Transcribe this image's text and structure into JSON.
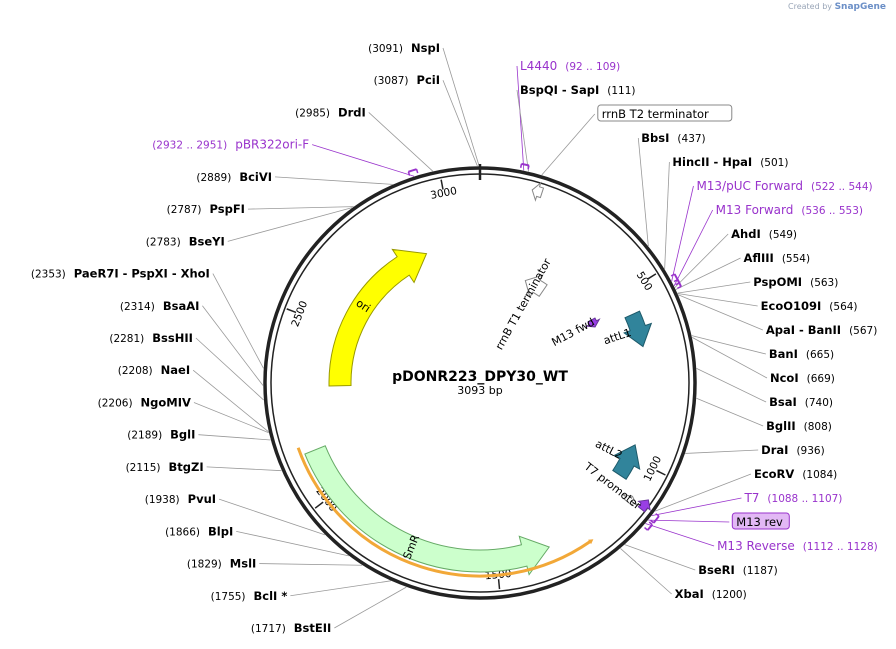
{
  "branding": {
    "prefix": "Created by",
    "name": "SnapGene"
  },
  "plasmid": {
    "name": "pDONR223_DPY30_WT",
    "length_label": "3093 bp",
    "length_bp": 3093
  },
  "ticks": [
    {
      "pos": 500,
      "label": "500"
    },
    {
      "pos": 1000,
      "label": "1000"
    },
    {
      "pos": 1500,
      "label": "1500"
    },
    {
      "pos": 2000,
      "label": "2000"
    },
    {
      "pos": 2500,
      "label": "2500"
    },
    {
      "pos": 3000,
      "label": "3000"
    }
  ],
  "features": [
    {
      "id": "ori",
      "label": "ori",
      "start": 2310,
      "end": 2900,
      "dir": 1,
      "radius": 140,
      "width": 22,
      "color": "#ffff00",
      "stroke": "#999900"
    },
    {
      "id": "SmR",
      "label": "SmR",
      "start": 1350,
      "end": 2130,
      "dir": -1,
      "radius": 178,
      "width": 22,
      "color": "#ccffcc",
      "stroke": "#66aa66"
    },
    {
      "id": "smr_promoter",
      "label": "",
      "start": 1240,
      "end": 2150,
      "dir": -1,
      "radius": 193,
      "width": 2,
      "color": "#f2a838",
      "stroke": "#f2a838"
    },
    {
      "id": "rrnB_T1",
      "label": "rrnB T1 terminator",
      "start": 205,
      "end": 295,
      "dir": -1,
      "radius": 112,
      "width": 14,
      "color": "#ffffff",
      "stroke": "#888888"
    },
    {
      "id": "rrnB_T2",
      "label": "rrnB T2 terminator",
      "start": 130,
      "end": 155,
      "dir": -1,
      "radius": 200,
      "width": 10,
      "color": "#ffffff",
      "stroke": "#888888"
    },
    {
      "id": "M13_fwd",
      "label": "M13 fwd",
      "start": 520,
      "end": 550,
      "dir": 1,
      "radius": 128,
      "width": 8,
      "color": "#993ee5",
      "stroke": "#663399"
    },
    {
      "id": "attL1",
      "label": "attL1",
      "start": 565,
      "end": 665,
      "dir": 1,
      "radius": 167,
      "width": 16,
      "color": "#31849b",
      "stroke": "#1e5a6a"
    },
    {
      "id": "attL2",
      "label": "attL2",
      "start": 960,
      "end": 1060,
      "dir": -1,
      "radius": 167,
      "width": 16,
      "color": "#31849b",
      "stroke": "#1e5a6a"
    },
    {
      "id": "T7_promoter",
      "label": "T7 promoter",
      "start": 1088,
      "end": 1107,
      "dir": -1,
      "radius": 190,
      "width": 10,
      "color": "#ffffff",
      "stroke": "#888888"
    },
    {
      "id": "T7_site",
      "label": "",
      "start": 1072,
      "end": 1100,
      "dir": -1,
      "radius": 205,
      "width": 8,
      "color": "#993ee5",
      "stroke": "#663399"
    }
  ],
  "internal_labels": [
    {
      "text": "ori",
      "pos": 2605
    },
    {
      "text": "SmR",
      "pos": 1740
    },
    {
      "text": "rrnB T1 terminator",
      "pos": 250
    },
    {
      "text": "M13 fwd",
      "pos": 530
    },
    {
      "text": "attL1",
      "pos": 615
    },
    {
      "text": "attL2",
      "pos": 1010
    },
    {
      "text": "T7 promoter",
      "pos": 1100
    }
  ],
  "primers": [
    {
      "id": "p-L4440",
      "start": 92,
      "end": 109
    },
    {
      "id": "p-pBR322",
      "start": 2932,
      "end": 2951
    },
    {
      "id": "p-M13pUC",
      "start": 522,
      "end": 544
    },
    {
      "id": "p-M13F",
      "start": 536,
      "end": 553
    },
    {
      "id": "p-T7",
      "start": 1088,
      "end": 1107
    },
    {
      "id": "p-M13rev",
      "start": 1112,
      "end": 1128
    }
  ],
  "sites": [
    {
      "name": "NspI",
      "pos": "(3091)",
      "bp": 3091,
      "kind": "enzyme"
    },
    {
      "name": "PciI",
      "pos": "(3087)",
      "bp": 3087,
      "kind": "enzyme"
    },
    {
      "name": "L4440",
      "pos": "(92 .. 109)",
      "bp": 100,
      "kind": "primer"
    },
    {
      "name": "BspQI - SapI",
      "pos": "(111)",
      "bp": 111,
      "kind": "enzyme"
    },
    {
      "name": "DrdI",
      "pos": "(2985)",
      "bp": 2985,
      "kind": "enzyme"
    },
    {
      "name": "pBR322ori-F",
      "pos": "(2932 .. 2951)",
      "bp": 2941,
      "kind": "primer"
    },
    {
      "name": "BciVI",
      "pos": "(2889)",
      "bp": 2889,
      "kind": "enzyme"
    },
    {
      "name": "PspFI",
      "pos": "(2787)",
      "bp": 2787,
      "kind": "enzyme"
    },
    {
      "name": "BseYI",
      "pos": "(2783)",
      "bp": 2783,
      "kind": "enzyme"
    },
    {
      "name": "rrnB T2 terminator",
      "pos": "",
      "bp": 142,
      "kind": "feature-box"
    },
    {
      "name": "BbsI",
      "pos": "(437)",
      "bp": 437,
      "kind": "enzyme"
    },
    {
      "name": "HincII - HpaI",
      "pos": "(501)",
      "bp": 501,
      "kind": "enzyme"
    },
    {
      "name": "M13/pUC Forward",
      "pos": "(522 .. 544)",
      "bp": 533,
      "kind": "primer"
    },
    {
      "name": "M13 Forward",
      "pos": "(536 .. 553)",
      "bp": 545,
      "kind": "primer"
    },
    {
      "name": "AhdI",
      "pos": "(549)",
      "bp": 549,
      "kind": "enzyme"
    },
    {
      "name": "AflIII",
      "pos": "(554)",
      "bp": 554,
      "kind": "enzyme"
    },
    {
      "name": "PspOMI",
      "pos": "(563)",
      "bp": 563,
      "kind": "enzyme"
    },
    {
      "name": "EcoO109I",
      "pos": "(564)",
      "bp": 564,
      "kind": "enzyme"
    },
    {
      "name": "ApaI - BanII",
      "pos": "(567)",
      "bp": 567,
      "kind": "enzyme"
    },
    {
      "name": "BanI",
      "pos": "(665)",
      "bp": 665,
      "kind": "enzyme"
    },
    {
      "name": "NcoI",
      "pos": "(669)",
      "bp": 669,
      "kind": "enzyme"
    },
    {
      "name": "BsaI",
      "pos": "(740)",
      "bp": 740,
      "kind": "enzyme"
    },
    {
      "name": "BglII",
      "pos": "(808)",
      "bp": 808,
      "kind": "enzyme"
    },
    {
      "name": "DraI",
      "pos": "(936)",
      "bp": 936,
      "kind": "enzyme"
    },
    {
      "name": "EcoRV",
      "pos": "(1084)",
      "bp": 1084,
      "kind": "enzyme"
    },
    {
      "name": "T7",
      "pos": "(1088 .. 1107)",
      "bp": 1097,
      "kind": "primer"
    },
    {
      "name": "M13 rev",
      "pos": "",
      "bp": 1110,
      "kind": "primer-box"
    },
    {
      "name": "M13 Reverse",
      "pos": "(1112 .. 1128)",
      "bp": 1120,
      "kind": "primer"
    },
    {
      "name": "BseRI",
      "pos": "(1187)",
      "bp": 1187,
      "kind": "enzyme"
    },
    {
      "name": "XbaI",
      "pos": "(1200)",
      "bp": 1200,
      "kind": "enzyme"
    },
    {
      "name": "BstEII",
      "pos": "(1717)",
      "bp": 1717,
      "kind": "enzyme"
    },
    {
      "name": "BclI *",
      "pos": "(1755)",
      "bp": 1755,
      "kind": "enzyme"
    },
    {
      "name": "MslI",
      "pos": "(1829)",
      "bp": 1829,
      "kind": "enzyme"
    },
    {
      "name": "BlpI",
      "pos": "(1866)",
      "bp": 1866,
      "kind": "enzyme"
    },
    {
      "name": "PvuI",
      "pos": "(1938)",
      "bp": 1938,
      "kind": "enzyme"
    },
    {
      "name": "BtgZI",
      "pos": "(2115)",
      "bp": 2115,
      "kind": "enzyme"
    },
    {
      "name": "BglI",
      "pos": "(2189)",
      "bp": 2189,
      "kind": "enzyme"
    },
    {
      "name": "NgoMIV",
      "pos": "(2206)",
      "bp": 2206,
      "kind": "enzyme"
    },
    {
      "name": "NaeI",
      "pos": "(2208)",
      "bp": 2208,
      "kind": "enzyme"
    },
    {
      "name": "BssHII",
      "pos": "(2281)",
      "bp": 2281,
      "kind": "enzyme"
    },
    {
      "name": "BsaAI",
      "pos": "(2314)",
      "bp": 2314,
      "kind": "enzyme"
    },
    {
      "name": "PaeR7I - PspXI - XhoI",
      "pos": "(2353)",
      "bp": 2353,
      "kind": "enzyme"
    }
  ],
  "colors": {
    "backbone": "#222222",
    "primer": "#9933cc",
    "enzyme": "#000000",
    "leader": "#999999"
  }
}
